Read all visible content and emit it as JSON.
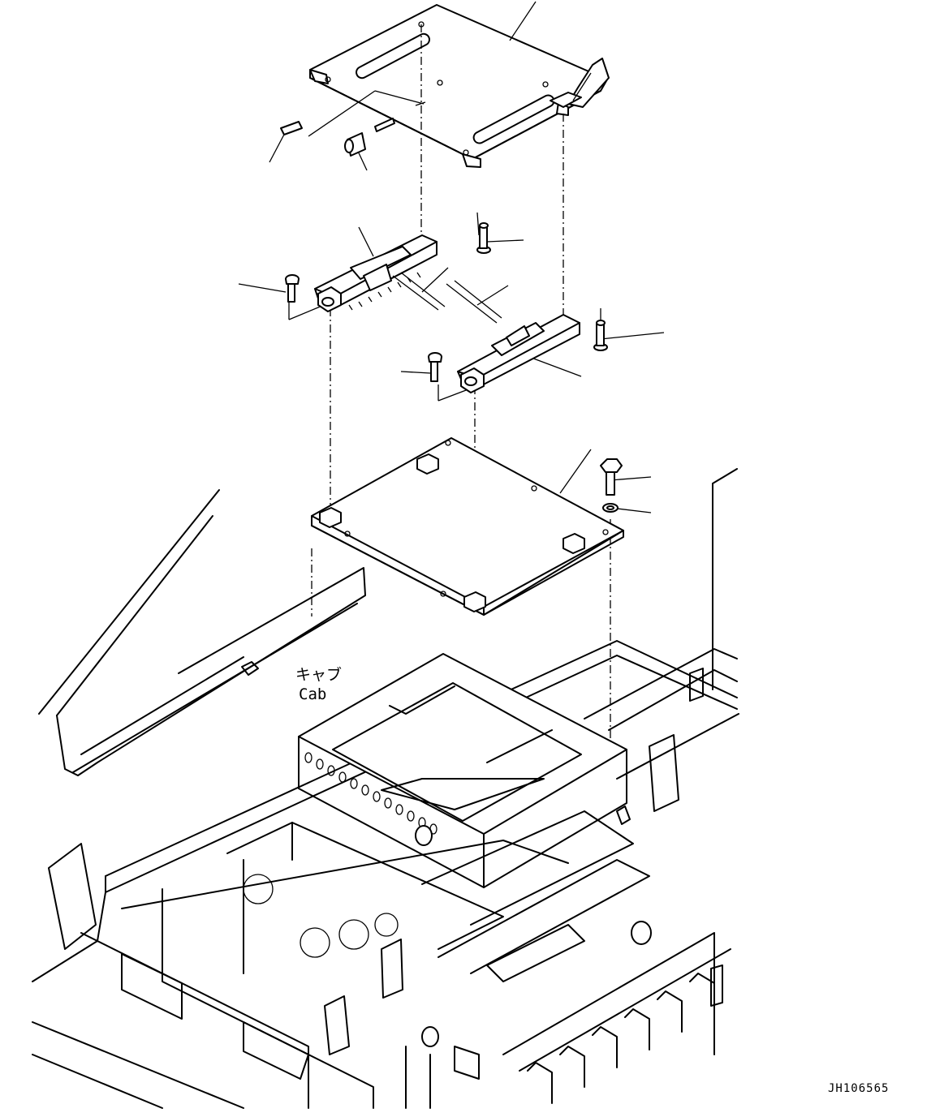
{
  "labels": {
    "cab_jp": "キャブ",
    "cab_en": "Cab",
    "figure_code": "JH106565"
  }
}
